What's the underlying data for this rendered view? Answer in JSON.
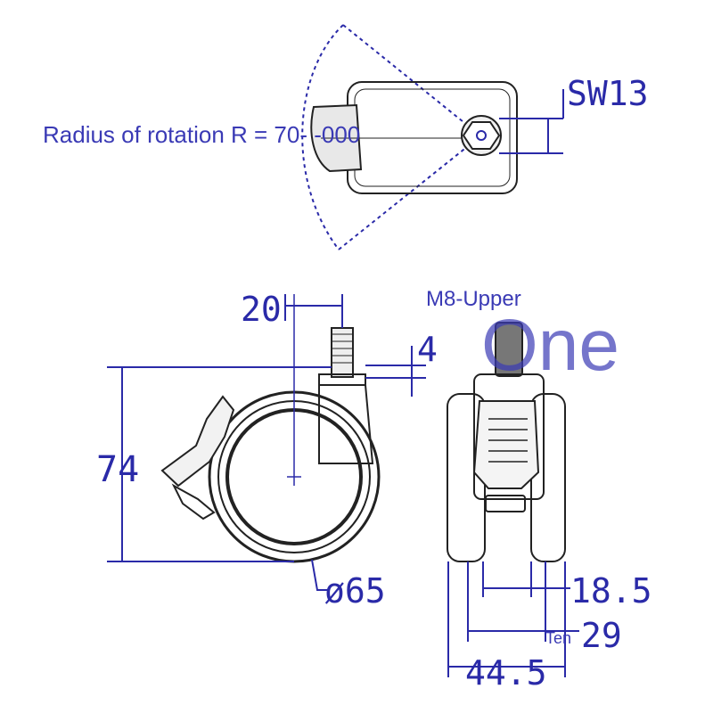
{
  "top_view": {
    "wrench_size": "SW13",
    "rotation_note": "Radius of rotation R = 70- -000"
  },
  "side_view": {
    "offset": "20",
    "thread_offset": "4",
    "height": "74",
    "wheel_diameter": "ø65"
  },
  "front_view": {
    "stem_label": "M8-Upper",
    "brand_mark": "One",
    "inner_width": "18.5",
    "wheel_width": "29",
    "small_note": "Ten",
    "total_width": "44.5"
  },
  "colors": {
    "dimension": "#2a2aa8",
    "outline": "#222222",
    "overlay_text": "#3a3ab5"
  }
}
